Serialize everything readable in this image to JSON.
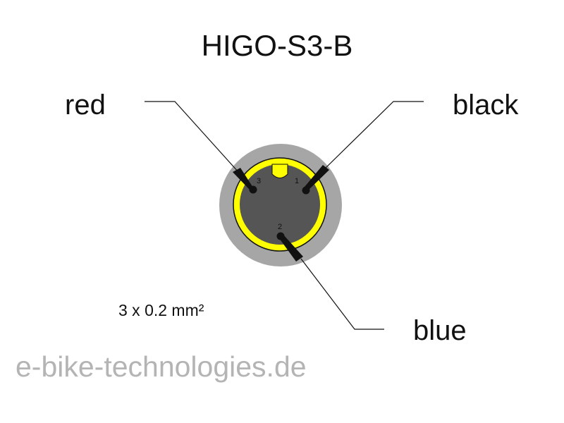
{
  "title": "HIGO-S3-B",
  "wires": {
    "red": "red",
    "black": "black",
    "blue": "blue"
  },
  "pins": {
    "pin1": "1",
    "pin2": "2",
    "pin3": "3"
  },
  "spec": "3 x 0.2 mm²",
  "watermark": "e-bike-technologies.de",
  "colors": {
    "outer_ring": "#a6a6a6",
    "insulator_ring": "#ffff00",
    "connector_face": "#555555",
    "pin": "#111111",
    "watermark_text": "#b4b4b4"
  }
}
